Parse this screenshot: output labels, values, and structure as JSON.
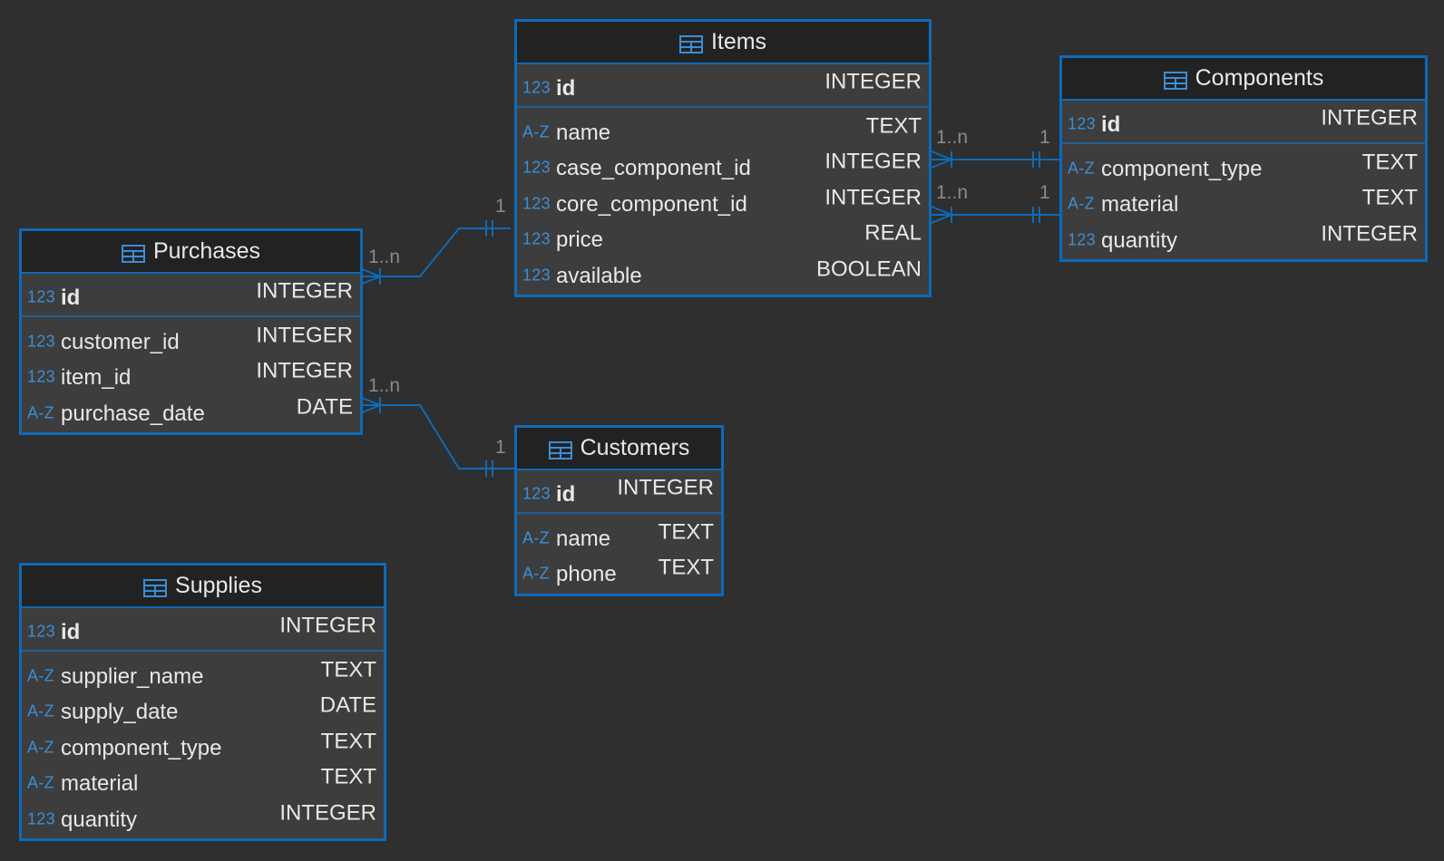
{
  "tables": {
    "items": {
      "title": "Items",
      "pk": {
        "icon": "123",
        "name": "id",
        "type": "INTEGER"
      },
      "columns": [
        {
          "icon": "A-Z",
          "name": "name",
          "type": "TEXT"
        },
        {
          "icon": "123",
          "name": "case_component_id",
          "type": "INTEGER"
        },
        {
          "icon": "123",
          "name": "core_component_id",
          "type": "INTEGER"
        },
        {
          "icon": "123",
          "name": "price",
          "type": "REAL"
        },
        {
          "icon": "123",
          "name": "available",
          "type": "BOOLEAN"
        }
      ]
    },
    "components": {
      "title": "Components",
      "pk": {
        "icon": "123",
        "name": "id",
        "type": "INTEGER"
      },
      "columns": [
        {
          "icon": "A-Z",
          "name": "component_type",
          "type": "TEXT"
        },
        {
          "icon": "A-Z",
          "name": "material",
          "type": "TEXT"
        },
        {
          "icon": "123",
          "name": "quantity",
          "type": "INTEGER"
        }
      ]
    },
    "purchases": {
      "title": "Purchases",
      "pk": {
        "icon": "123",
        "name": "id",
        "type": "INTEGER"
      },
      "columns": [
        {
          "icon": "123",
          "name": "customer_id",
          "type": "INTEGER"
        },
        {
          "icon": "123",
          "name": "item_id",
          "type": "INTEGER"
        },
        {
          "icon": "A-Z",
          "name": "purchase_date",
          "type": "DATE"
        }
      ]
    },
    "customers": {
      "title": "Customers",
      "pk": {
        "icon": "123",
        "name": "id",
        "type": "INTEGER"
      },
      "columns": [
        {
          "icon": "A-Z",
          "name": "name",
          "type": "TEXT"
        },
        {
          "icon": "A-Z",
          "name": "phone",
          "type": "TEXT"
        }
      ]
    },
    "supplies": {
      "title": "Supplies",
      "pk": {
        "icon": "123",
        "name": "id",
        "type": "INTEGER"
      },
      "columns": [
        {
          "icon": "A-Z",
          "name": "supplier_name",
          "type": "TEXT"
        },
        {
          "icon": "A-Z",
          "name": "supply_date",
          "type": "DATE"
        },
        {
          "icon": "A-Z",
          "name": "component_type",
          "type": "TEXT"
        },
        {
          "icon": "A-Z",
          "name": "material",
          "type": "TEXT"
        },
        {
          "icon": "123",
          "name": "quantity",
          "type": "INTEGER"
        }
      ]
    }
  },
  "relations": [
    {
      "from": "purchases",
      "to": "items",
      "many_label": "1..n",
      "one_label": "1"
    },
    {
      "from": "purchases",
      "to": "customers",
      "many_label": "1..n",
      "one_label": "1"
    },
    {
      "from": "items",
      "to": "components",
      "many_label": "1..n",
      "one_label": "1"
    },
    {
      "from": "items",
      "to": "components",
      "many_label": "1..n",
      "one_label": "1"
    }
  ],
  "colors": {
    "background": "#2f2f2f",
    "table_border": "#0e6ab8",
    "header_bg": "#222222",
    "body_bg": "#3d3d3d",
    "type_icon": "#3b8ed6",
    "cardinality": "#8a8a8a"
  },
  "icons": {
    "table": "table-grid-icon"
  }
}
